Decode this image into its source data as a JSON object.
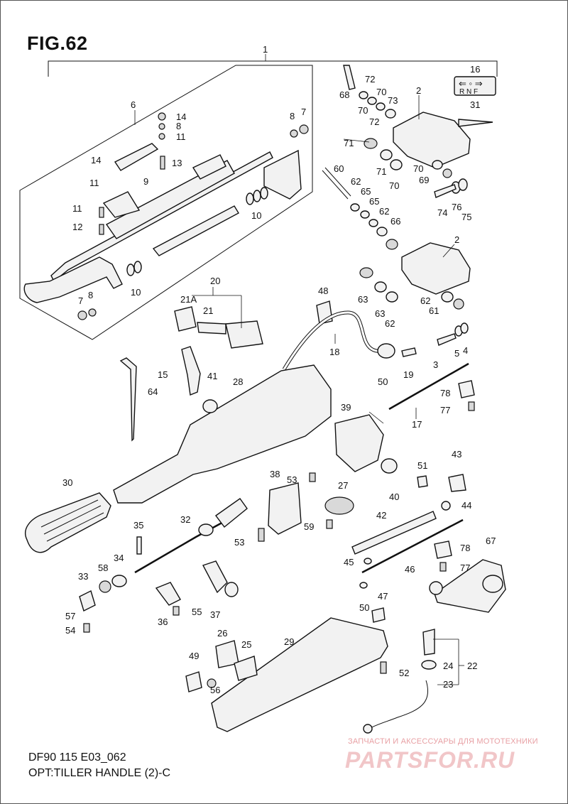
{
  "figure": {
    "title": "FIG.62",
    "model": "DF90 115 E03_062",
    "description": "OPT:TILLER HANDLE (2)-C"
  },
  "watermark": {
    "tagline": "ЗАПЧАСТИ И АКСЕССУАРЫ ДЛЯ МОТОТЕХНИКИ",
    "logo": "PARTSFOR.RU"
  },
  "decal": {
    "symbols": "⇐ ◦ ⇒",
    "letters": "R N F"
  },
  "callouts": [
    "1",
    "2",
    "2",
    "3",
    "4",
    "5",
    "6",
    "7",
    "7",
    "8",
    "8",
    "8",
    "9",
    "10",
    "10",
    "10",
    "11",
    "11",
    "11",
    "12",
    "13",
    "14",
    "14",
    "15",
    "16",
    "17",
    "18",
    "19",
    "20",
    "21",
    "21A",
    "22",
    "23",
    "24",
    "25",
    "26",
    "27",
    "28",
    "29",
    "30",
    "31",
    "32",
    "33",
    "34",
    "35",
    "36",
    "37",
    "38",
    "39",
    "40",
    "41",
    "42",
    "43",
    "44",
    "45",
    "46",
    "47",
    "48",
    "49",
    "50",
    "50",
    "51",
    "52",
    "53",
    "53",
    "54",
    "55",
    "56",
    "57",
    "58",
    "59",
    "60",
    "61",
    "62",
    "62",
    "62",
    "62",
    "63",
    "63",
    "64",
    "65",
    "65",
    "66",
    "67",
    "68",
    "69",
    "70",
    "70",
    "70",
    "70",
    "71",
    "71",
    "72",
    "72",
    "73",
    "74",
    "75",
    "76",
    "77",
    "77",
    "78",
    "78"
  ]
}
